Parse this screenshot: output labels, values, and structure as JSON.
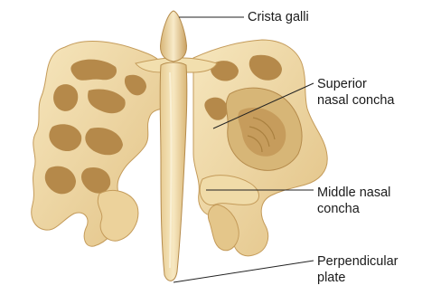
{
  "figure": {
    "labels": {
      "crista_galli": "Crista galli",
      "superior_nasal_concha_line1": "Superior",
      "superior_nasal_concha_line2": "nasal concha",
      "middle_nasal_concha_line1": "Middle nasal",
      "middle_nasal_concha_line2": "concha",
      "perpendicular_plate_line1": "Perpendicular",
      "perpendicular_plate_line2": "plate"
    },
    "colors": {
      "bone_light": "#f3dfb0",
      "bone_mid": "#e6c98c",
      "bone_shadow": "#c79f5e",
      "bone_deep": "#a87c3f",
      "leader_line": "#222222"
    }
  }
}
